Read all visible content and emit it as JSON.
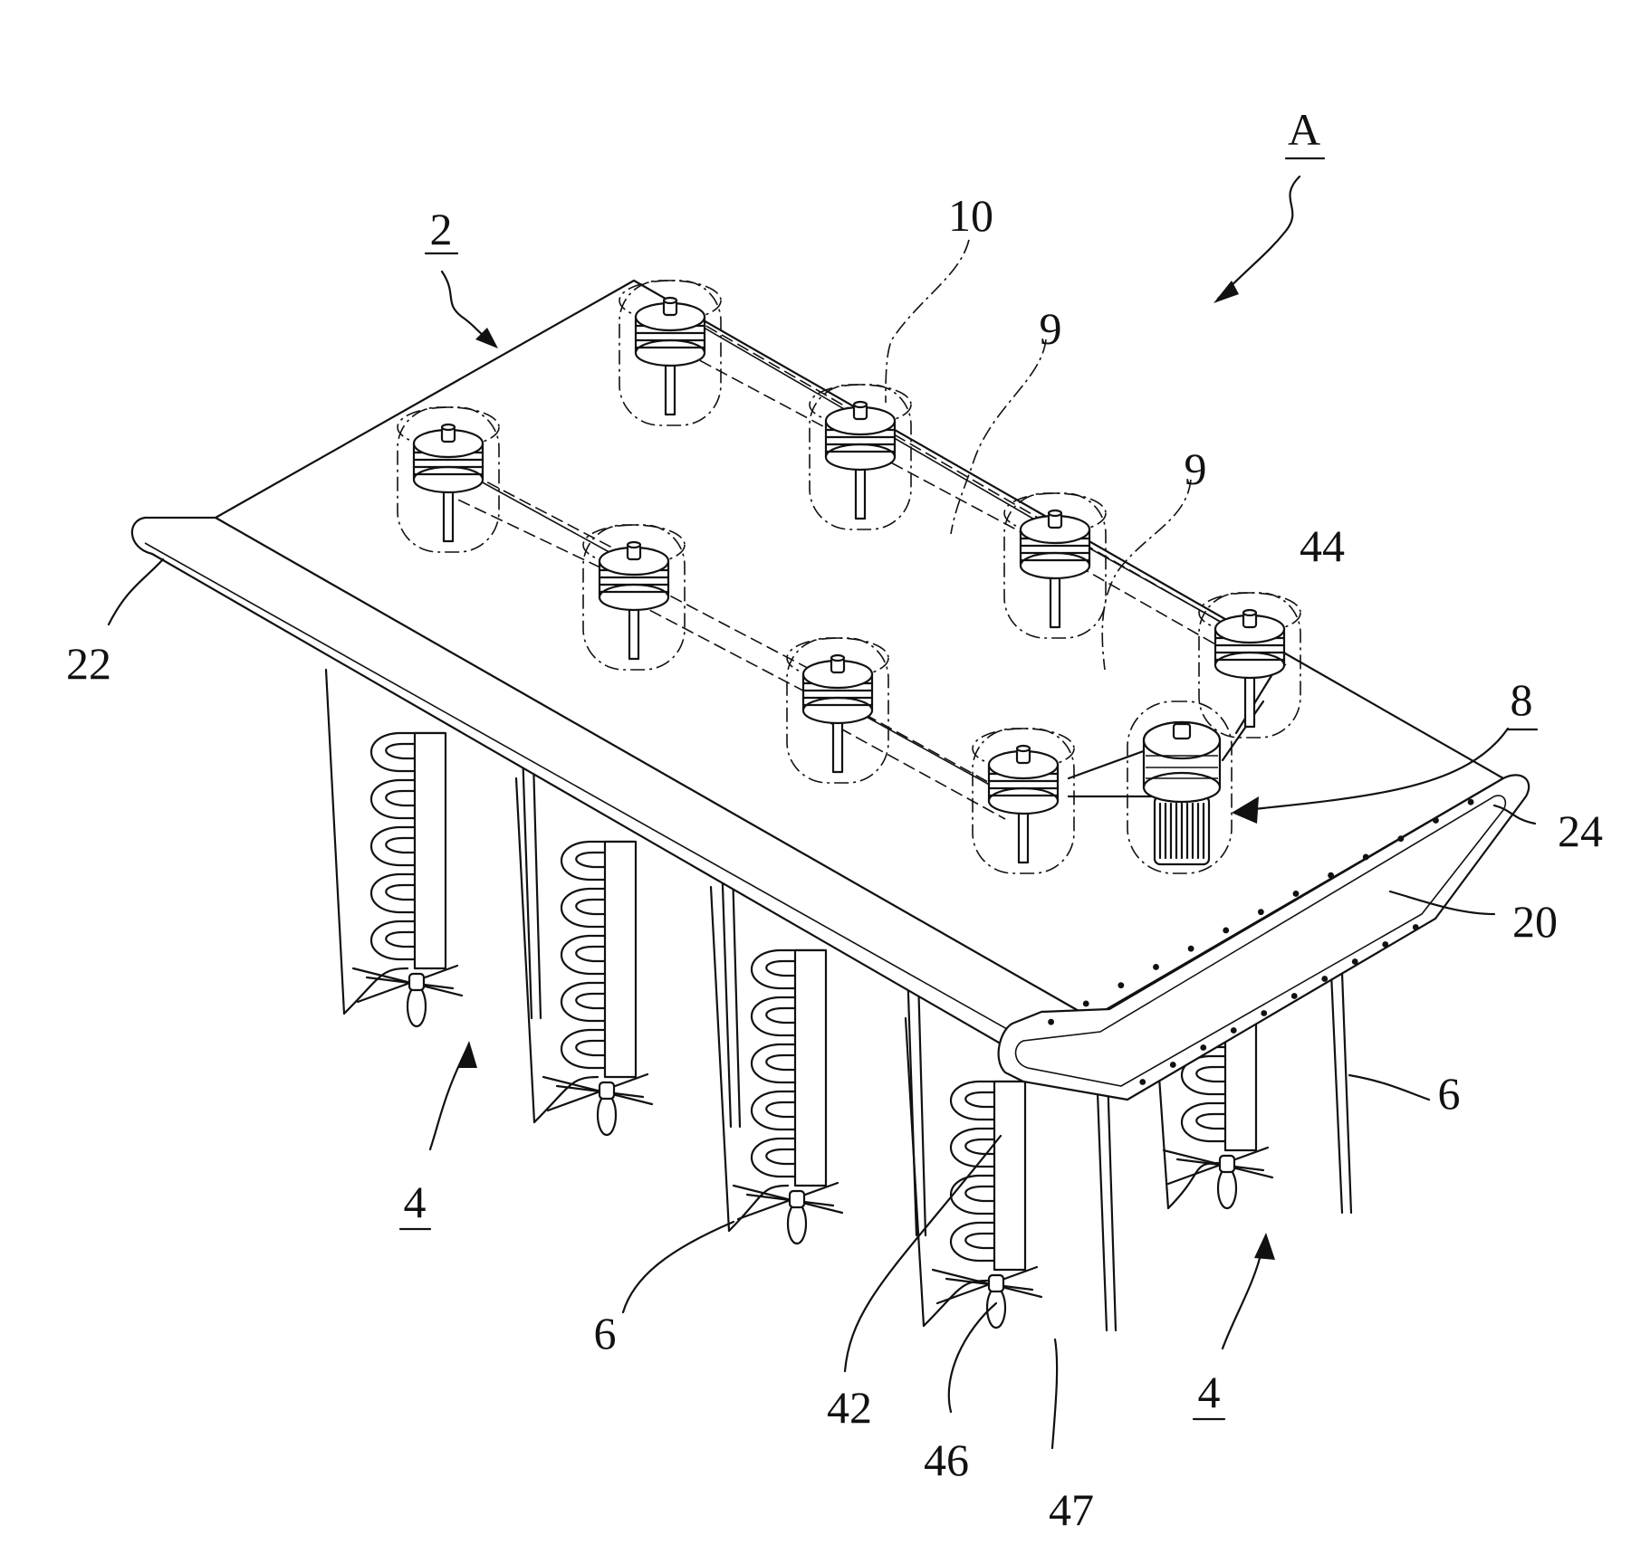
{
  "labels": {
    "assembly": "A",
    "frame": "2",
    "unit_left": "4",
    "unit_right": "4",
    "blade_left": "6",
    "blade_right": "6",
    "motor_unit": "8",
    "belt_left": "9",
    "belt_right": "9",
    "pulley_outline": "10",
    "body": "20",
    "edge_left": "22",
    "edge_right": "24",
    "screw": "42",
    "pulley": "44",
    "propeller": "46",
    "hub": "47"
  }
}
